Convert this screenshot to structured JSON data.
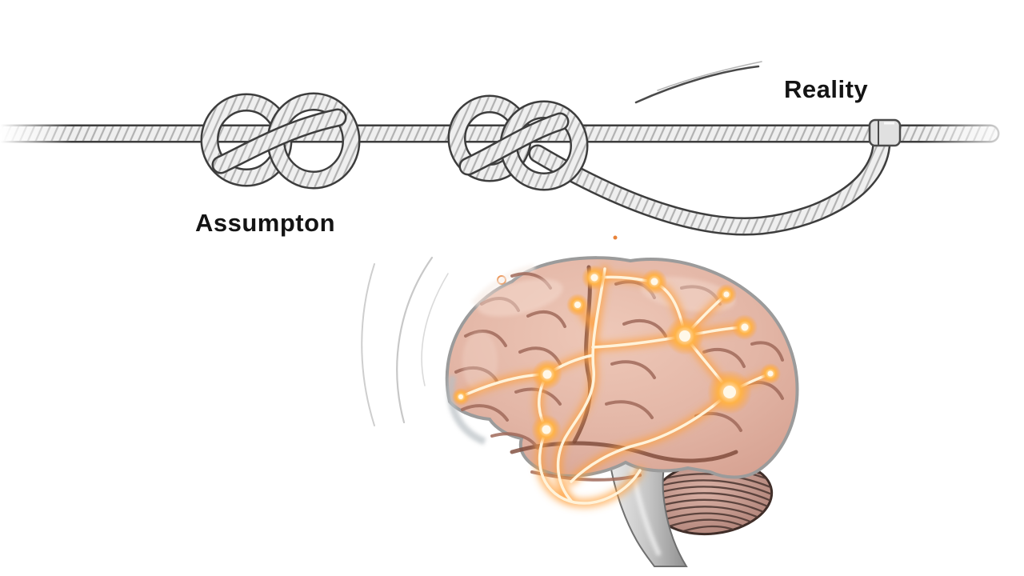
{
  "scene": {
    "description": "Conceptual illustration: a horizontal rope with two pretzel knots and a hanging loop, labeled Assumpton and Reality, above a side-view brain with glowing orange neural pathways, cerebellum and brain stem",
    "background_color": "#ffffff"
  },
  "labels": {
    "assumption": "Assumpton",
    "reality": "Reality"
  },
  "colors": {
    "text": "#141414",
    "rope_body": "#efefef",
    "rope_outline": "#3d3d3d",
    "rope_hatch": "#8f8f8f",
    "ferrule": "#e0e0e0",
    "brain_base": "#e3b6a6",
    "brain_highlight": "#f6ddd1",
    "brain_sulci": "#a06a5a",
    "brain_sulci_deep": "#7c4737",
    "cerebellum": "#c99d92",
    "cerebellum_stripes": "#503a34",
    "brainstem": "#c6c6c6",
    "glow_core": "#fff3da",
    "glow_orange": "#ffa13f",
    "spark_orange": "#e8833a",
    "motion_lines": "#c2c2c2",
    "swoosh_dark": "#4a4a4a",
    "swoosh_light": "#b5b5b5"
  }
}
